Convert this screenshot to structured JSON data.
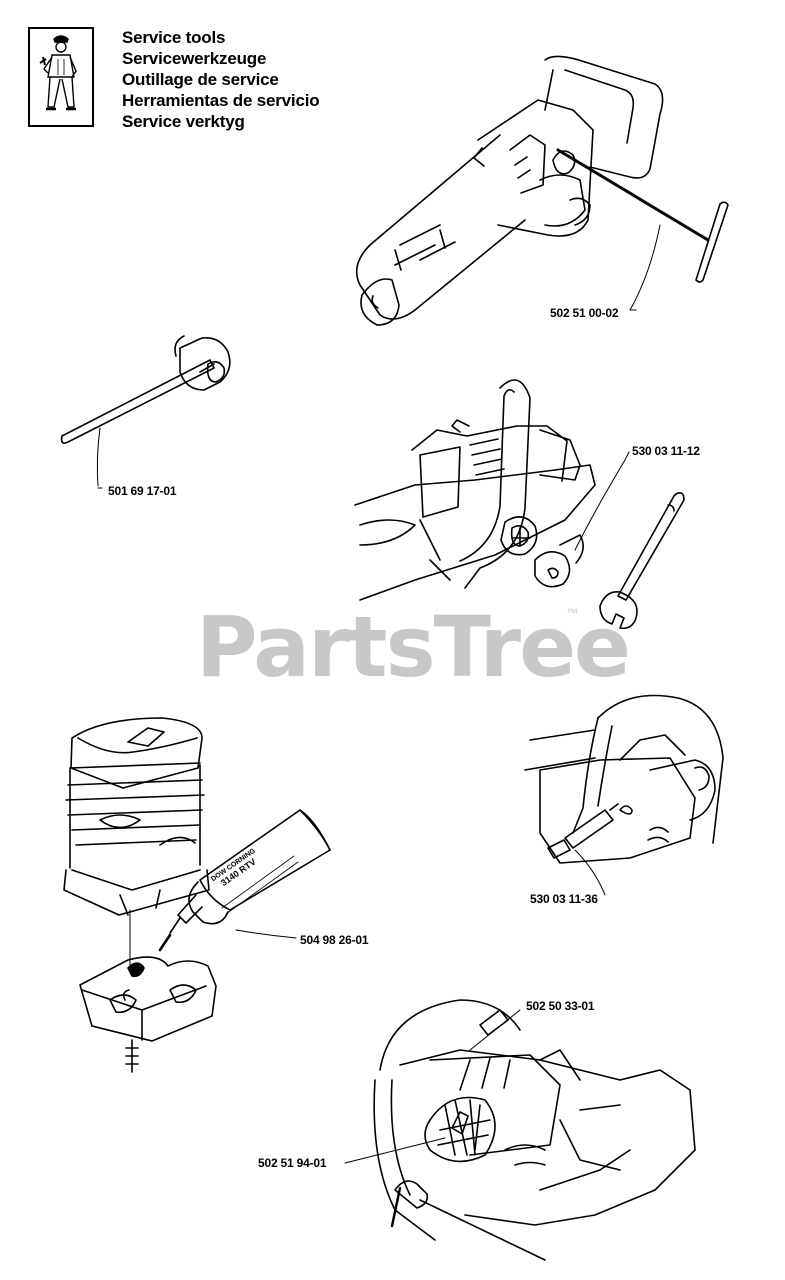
{
  "titles": [
    "Service tools",
    "Servicewerkzeuge",
    "Outillage de service",
    "Herramientas de servicio",
    "Service verktyg"
  ],
  "parts": {
    "p1": "502 51 00-02",
    "p2": "501 69 17-01",
    "p3": "530 03 11-12",
    "p4": "504 98 26-01",
    "p5": "530 03 11-36",
    "p6": "502 50 33-01",
    "p7": "502 51 94-01"
  },
  "tube_text": [
    "DOW CORNING",
    "3140 RTV"
  ],
  "watermark": {
    "text": "PartsTree",
    "tm": "™"
  }
}
